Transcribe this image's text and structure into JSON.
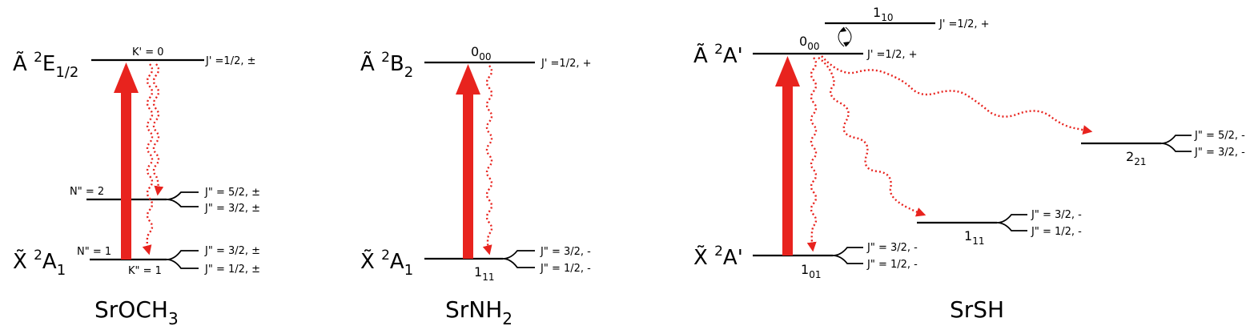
{
  "colors": {
    "excitation": "#e8231e",
    "decay": "#e8231e",
    "line": "#000000"
  },
  "panels": {
    "sroch3": {
      "molecule": {
        "base": "SrOCH",
        "sub": "3"
      },
      "excited_state": {
        "sym": "Ã",
        "sup": "2",
        "term": "E",
        "sub": "1/2"
      },
      "ground_state": {
        "sym": "X̃",
        "sup": "2",
        "term": "A",
        "sub": "1"
      },
      "k_upper": "K' = 0",
      "k_lower": "K\" = 1",
      "n2": "N\" = 2",
      "n1": "N\" = 1",
      "j_upper": "J' =1/2, ±",
      "j_n2_a": "J\" = 5/2, ±",
      "j_n2_b": "J\" = 3/2, ±",
      "j_n1_a": "J\" = 3/2, ±",
      "j_n1_b": "J\" = 1/2, ±"
    },
    "srnh2": {
      "molecule": {
        "base": "SrNH",
        "sub": "2"
      },
      "excited_state": {
        "sym": "Ã",
        "sup": "2",
        "term": "B",
        "sub": "2"
      },
      "ground_state": {
        "sym": "X̃",
        "sup": "2",
        "term": "A",
        "sub": "1"
      },
      "upper_level": {
        "base": "0",
        "sub": "00"
      },
      "lower_level": {
        "base": "1",
        "sub": "11"
      },
      "j_upper": "J' =1/2, +",
      "j_lower_a": "J\" = 3/2, -",
      "j_lower_b": "J\" = 1/2, -"
    },
    "srsh": {
      "molecule": {
        "base": "SrSH"
      },
      "excited_state": {
        "sym": "Ã",
        "sup": "2",
        "term": "A'"
      },
      "ground_state": {
        "sym": "X̃",
        "sup": "2",
        "term": "A'"
      },
      "upper_level": {
        "base": "0",
        "sub": "00"
      },
      "top_level": {
        "base": "1",
        "sub": "10"
      },
      "j_top": "J' =1/2, +",
      "j_upper": "J' =1/2, +",
      "lower_level": {
        "base": "1",
        "sub": "01"
      },
      "j_lower_a": "J\" = 3/2, -",
      "j_lower_b": "J\" = 1/2, -",
      "mid_level": {
        "base": "1",
        "sub": "11"
      },
      "j_mid_a": "J\" = 3/2, -",
      "j_mid_b": "J\" = 1/2, -",
      "high_level": {
        "base": "2",
        "sub": "21"
      },
      "j_high_a": "J\" = 5/2, -",
      "j_high_b": "J\" = 3/2, -"
    }
  }
}
